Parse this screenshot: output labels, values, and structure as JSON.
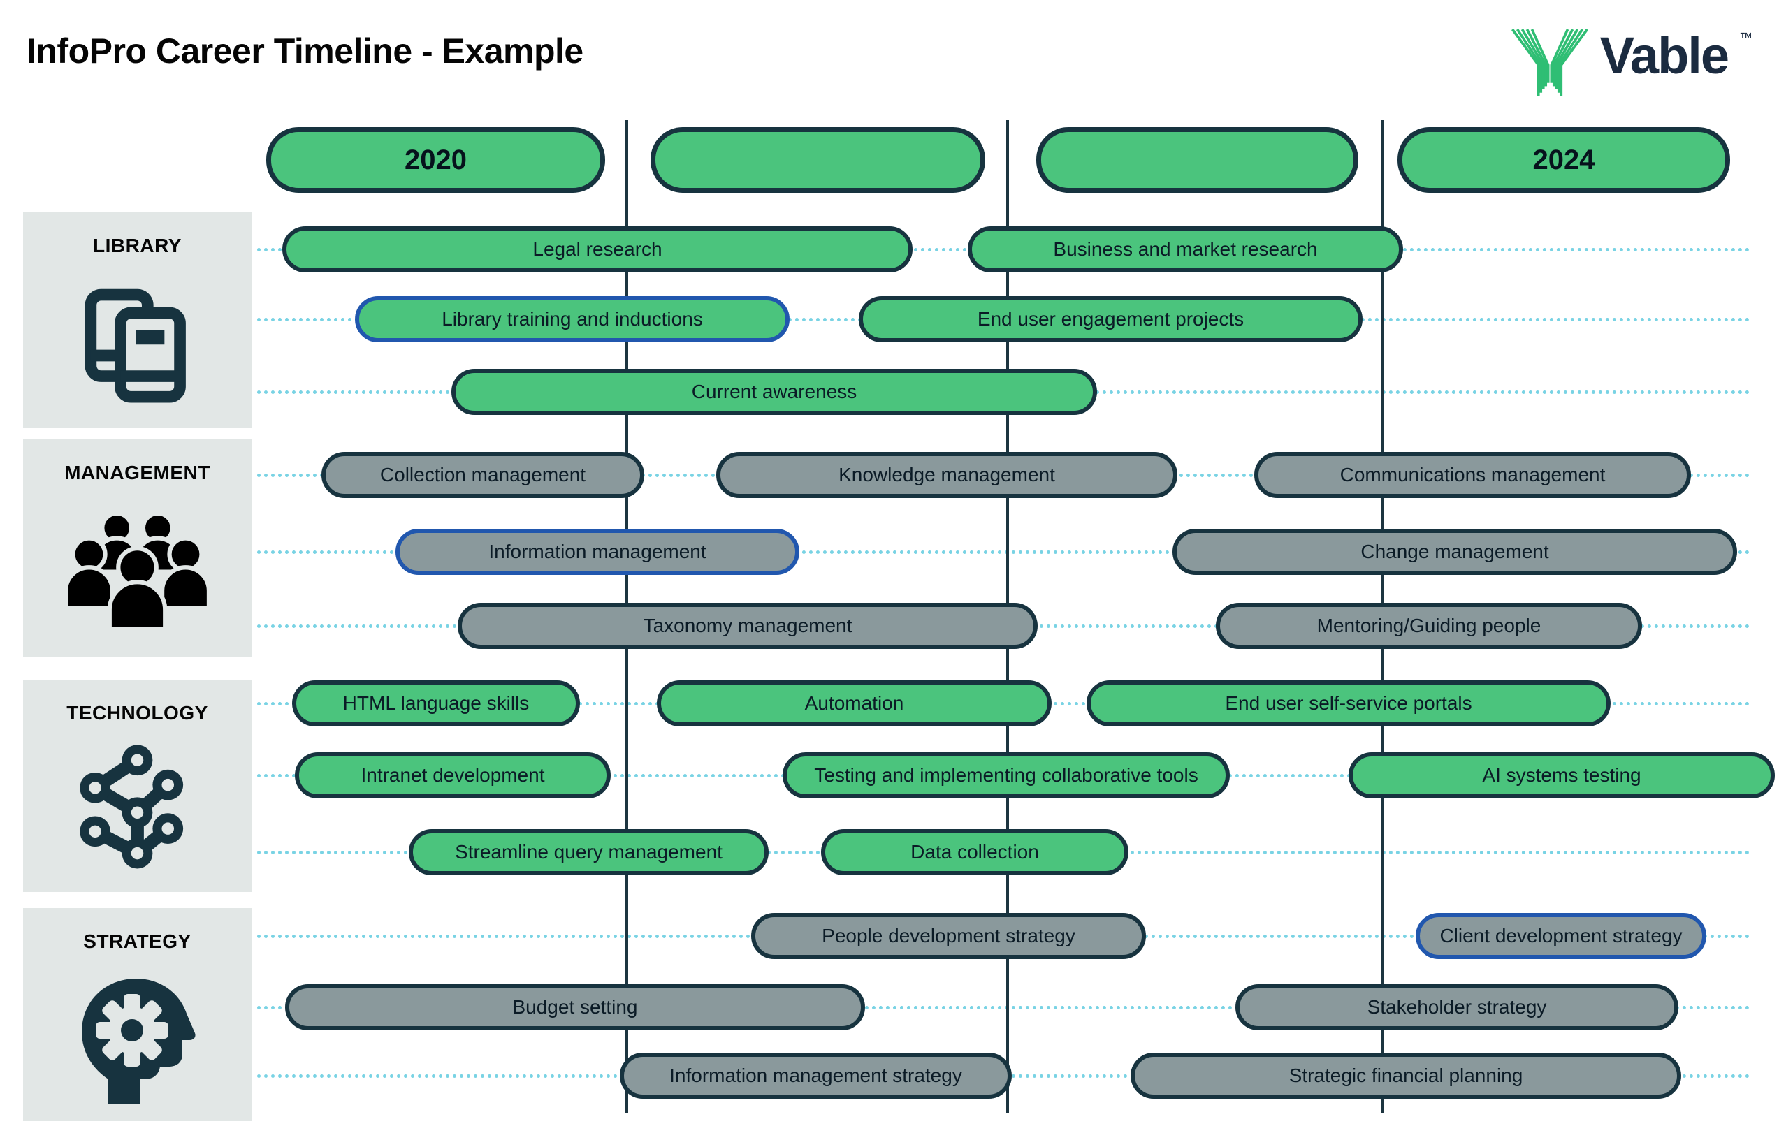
{
  "title": "InfoPro Career Timeline - Example",
  "logo": {
    "brand": "Vable",
    "trademark": "™"
  },
  "years": [
    {
      "label": "2020"
    },
    {
      "label": ""
    },
    {
      "label": ""
    },
    {
      "label": "2024"
    }
  ],
  "legend_colors": {
    "skill_pill_green": "#4bc47d",
    "management_pill_gray": "#8a999c",
    "pill_outline_dark": "#17333f",
    "highlight_border_blue": "#2157ae",
    "guideline_dotted_cyan": "#79d3e4",
    "category_box_bg": "#e2e7e6",
    "logo_green": "#2fbe74",
    "logo_navy": "#1b2b40"
  },
  "sections": [
    {
      "label": "LIBRARY",
      "icon": "books-icon",
      "items": [
        {
          "label": "Legal research",
          "style": "green",
          "highlighted": false
        },
        {
          "label": "Business and market research",
          "style": "green",
          "highlighted": false
        },
        {
          "label": "Library training and inductions",
          "style": "green",
          "highlighted": true
        },
        {
          "label": "End user engagement projects",
          "style": "green",
          "highlighted": false
        },
        {
          "label": "Current awareness",
          "style": "green",
          "highlighted": false
        }
      ]
    },
    {
      "label": "MANAGEMENT",
      "icon": "people-icon",
      "items": [
        {
          "label": "Collection management",
          "style": "gray",
          "highlighted": false
        },
        {
          "label": "Knowledge management",
          "style": "gray",
          "highlighted": false
        },
        {
          "label": "Communications management",
          "style": "gray",
          "highlighted": false
        },
        {
          "label": "Information management",
          "style": "gray",
          "highlighted": true
        },
        {
          "label": "Change management",
          "style": "gray",
          "highlighted": false
        },
        {
          "label": "Taxonomy management",
          "style": "gray",
          "highlighted": false
        },
        {
          "label": "Mentoring/Guiding people",
          "style": "gray",
          "highlighted": false
        }
      ]
    },
    {
      "label": "TECHNOLOGY",
      "icon": "network-icon",
      "items": [
        {
          "label": "HTML language skills",
          "style": "green",
          "highlighted": false
        },
        {
          "label": "Automation",
          "style": "green",
          "highlighted": false
        },
        {
          "label": "End user self-service portals",
          "style": "green",
          "highlighted": false
        },
        {
          "label": "Intranet development",
          "style": "green",
          "highlighted": false
        },
        {
          "label": "Testing and implementing collaborative tools",
          "style": "green",
          "highlighted": false
        },
        {
          "label": "AI systems testing",
          "style": "green",
          "highlighted": false
        },
        {
          "label": "Streamline query management",
          "style": "green",
          "highlighted": false
        },
        {
          "label": "Data collection",
          "style": "green",
          "highlighted": false
        }
      ]
    },
    {
      "label": "STRATEGY",
      "icon": "head-gear-icon",
      "items": [
        {
          "label": "People development strategy",
          "style": "gray",
          "highlighted": false
        },
        {
          "label": "Client development strategy",
          "style": "gray",
          "highlighted": true
        },
        {
          "label": "Budget setting",
          "style": "gray",
          "highlighted": false
        },
        {
          "label": "Stakeholder strategy",
          "style": "gray",
          "highlighted": false
        },
        {
          "label": "Information management strategy",
          "style": "gray",
          "highlighted": false
        },
        {
          "label": "Strategic financial planning",
          "style": "gray",
          "highlighted": false
        }
      ]
    }
  ]
}
